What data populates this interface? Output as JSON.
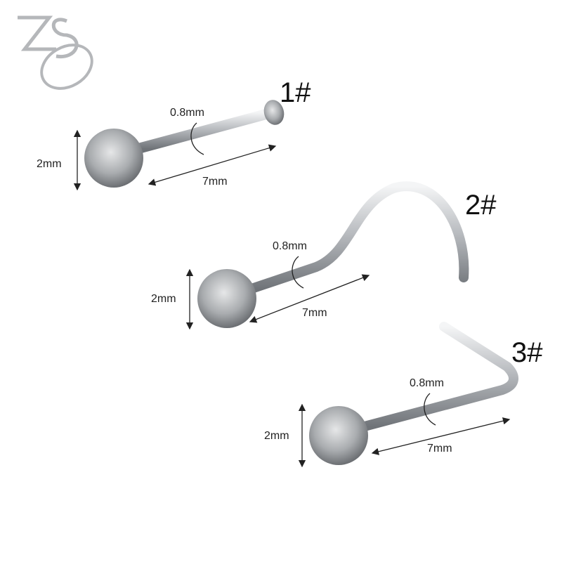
{
  "logo": {
    "text": "ZS"
  },
  "items": [
    {
      "number": "1#",
      "style": "straight",
      "gauge": "0.8mm",
      "ball": "2mm",
      "length": "7mm"
    },
    {
      "number": "2#",
      "style": "screw",
      "gauge": "0.8mm",
      "ball": "2mm",
      "length": "7mm"
    },
    {
      "number": "3#",
      "style": "L-shape",
      "gauge": "0.8mm",
      "ball": "2mm",
      "length": "7mm"
    }
  ],
  "colors": {
    "metal": "#c9cbce",
    "text": "#111111",
    "logo": "#b5b7ba"
  }
}
